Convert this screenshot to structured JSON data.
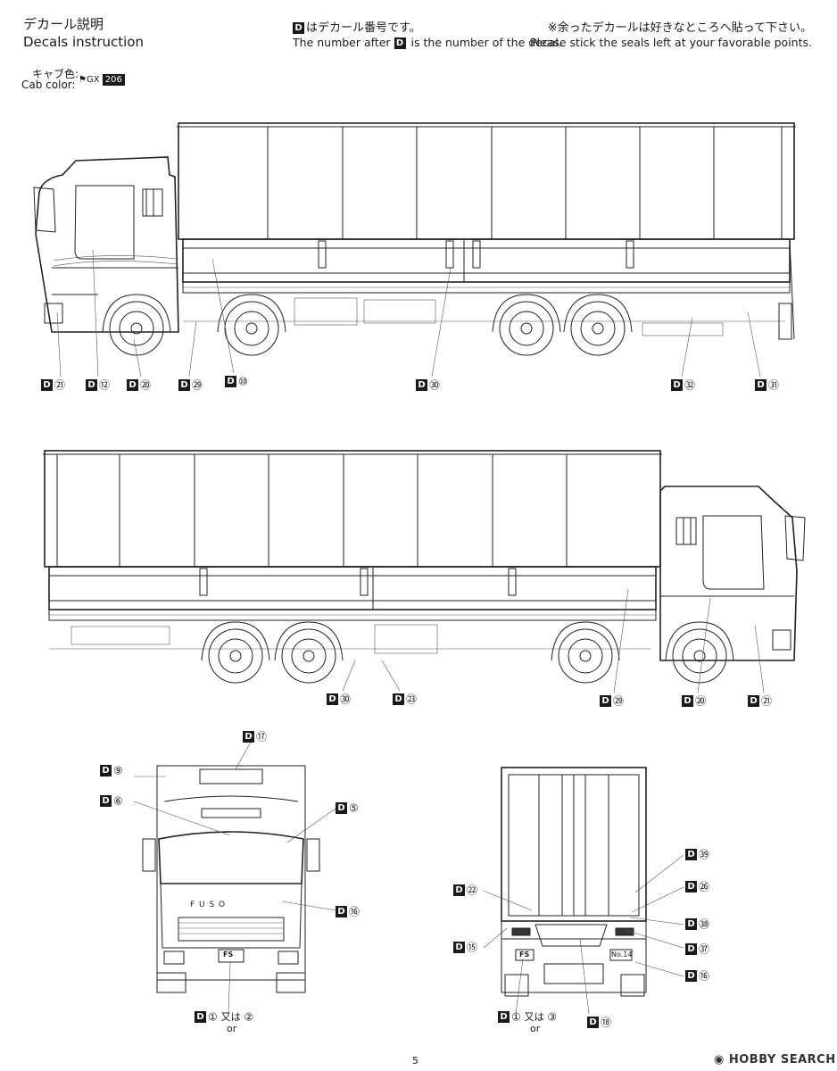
{
  "header": {
    "title_jp": "デカール説明",
    "title_en": "Decals instruction",
    "note1_jp": "はデカール番号です。",
    "note1_en_pre": "The number after",
    "note1_en_post": "is the number of the decal.",
    "note2_jp": "※余ったデカールは好きなところへ貼って下さい。",
    "note2_en": "Please stick the seals left at your favorable points."
  },
  "cab_color": {
    "label_jp": "キャブ色:",
    "label_en": "Cab color:",
    "code_prefix": "GX",
    "code": "206"
  },
  "d_label": "D",
  "side_left_callouts": [
    "㉑",
    "⑫",
    "⑳",
    "㉙",
    "⑩",
    "㉚",
    "㉜",
    "㉛"
  ],
  "side_right_callouts": [
    "㉚",
    "㉓",
    "㉙",
    "⑳",
    "㉑"
  ],
  "front_callouts": [
    "⑰",
    "⑨",
    "⑥",
    "⑤",
    "⑯"
  ],
  "front_bottom": {
    "num": "①",
    "mid": "又は",
    "or": "or",
    "alt": "②"
  },
  "rear_callouts": [
    "㉒",
    "⑮",
    "㊴",
    "㉖",
    "㊳",
    "㊲",
    "⑯",
    "⑱"
  ],
  "rear_bottom": {
    "num": "①",
    "mid": "又は",
    "or": "or",
    "alt": "③"
  },
  "plates": {
    "front_plate": "FS",
    "rear_plate": "FS",
    "rear_no": "No.14",
    "fuso": "F U S O"
  },
  "page_number": "5",
  "watermark": "HOBBY SEARCH"
}
